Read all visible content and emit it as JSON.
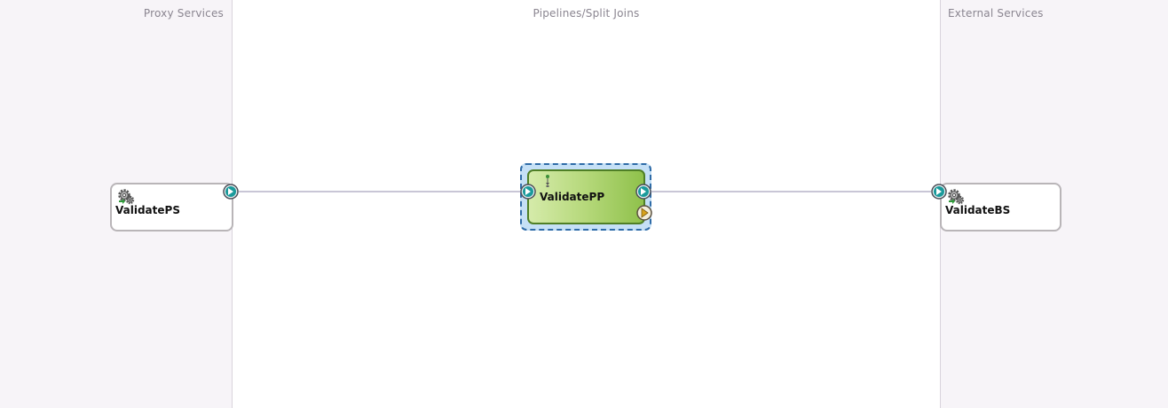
{
  "lanes": {
    "proxy_title": "Proxy Services",
    "pipeline_title": "Pipelines/Split Joins",
    "external_title": "External Services"
  },
  "nodes": {
    "proxy": {
      "label": "ValidatePS",
      "icon": "gear-service-icon"
    },
    "pipeline": {
      "label": "ValidatePP",
      "icon": "pipeline-flow-icon",
      "selected": true
    },
    "business": {
      "label": "ValidateBS",
      "icon": "gear-service-icon"
    }
  },
  "colors": {
    "lane_background": "#f7f4f8",
    "wire": "#c9c6d6",
    "port_teal": "#1b9a9b",
    "route_port_gold": "#d8a21c",
    "pipeline_green": "#a7cf69",
    "selection_blue": "#c5e0f6"
  }
}
